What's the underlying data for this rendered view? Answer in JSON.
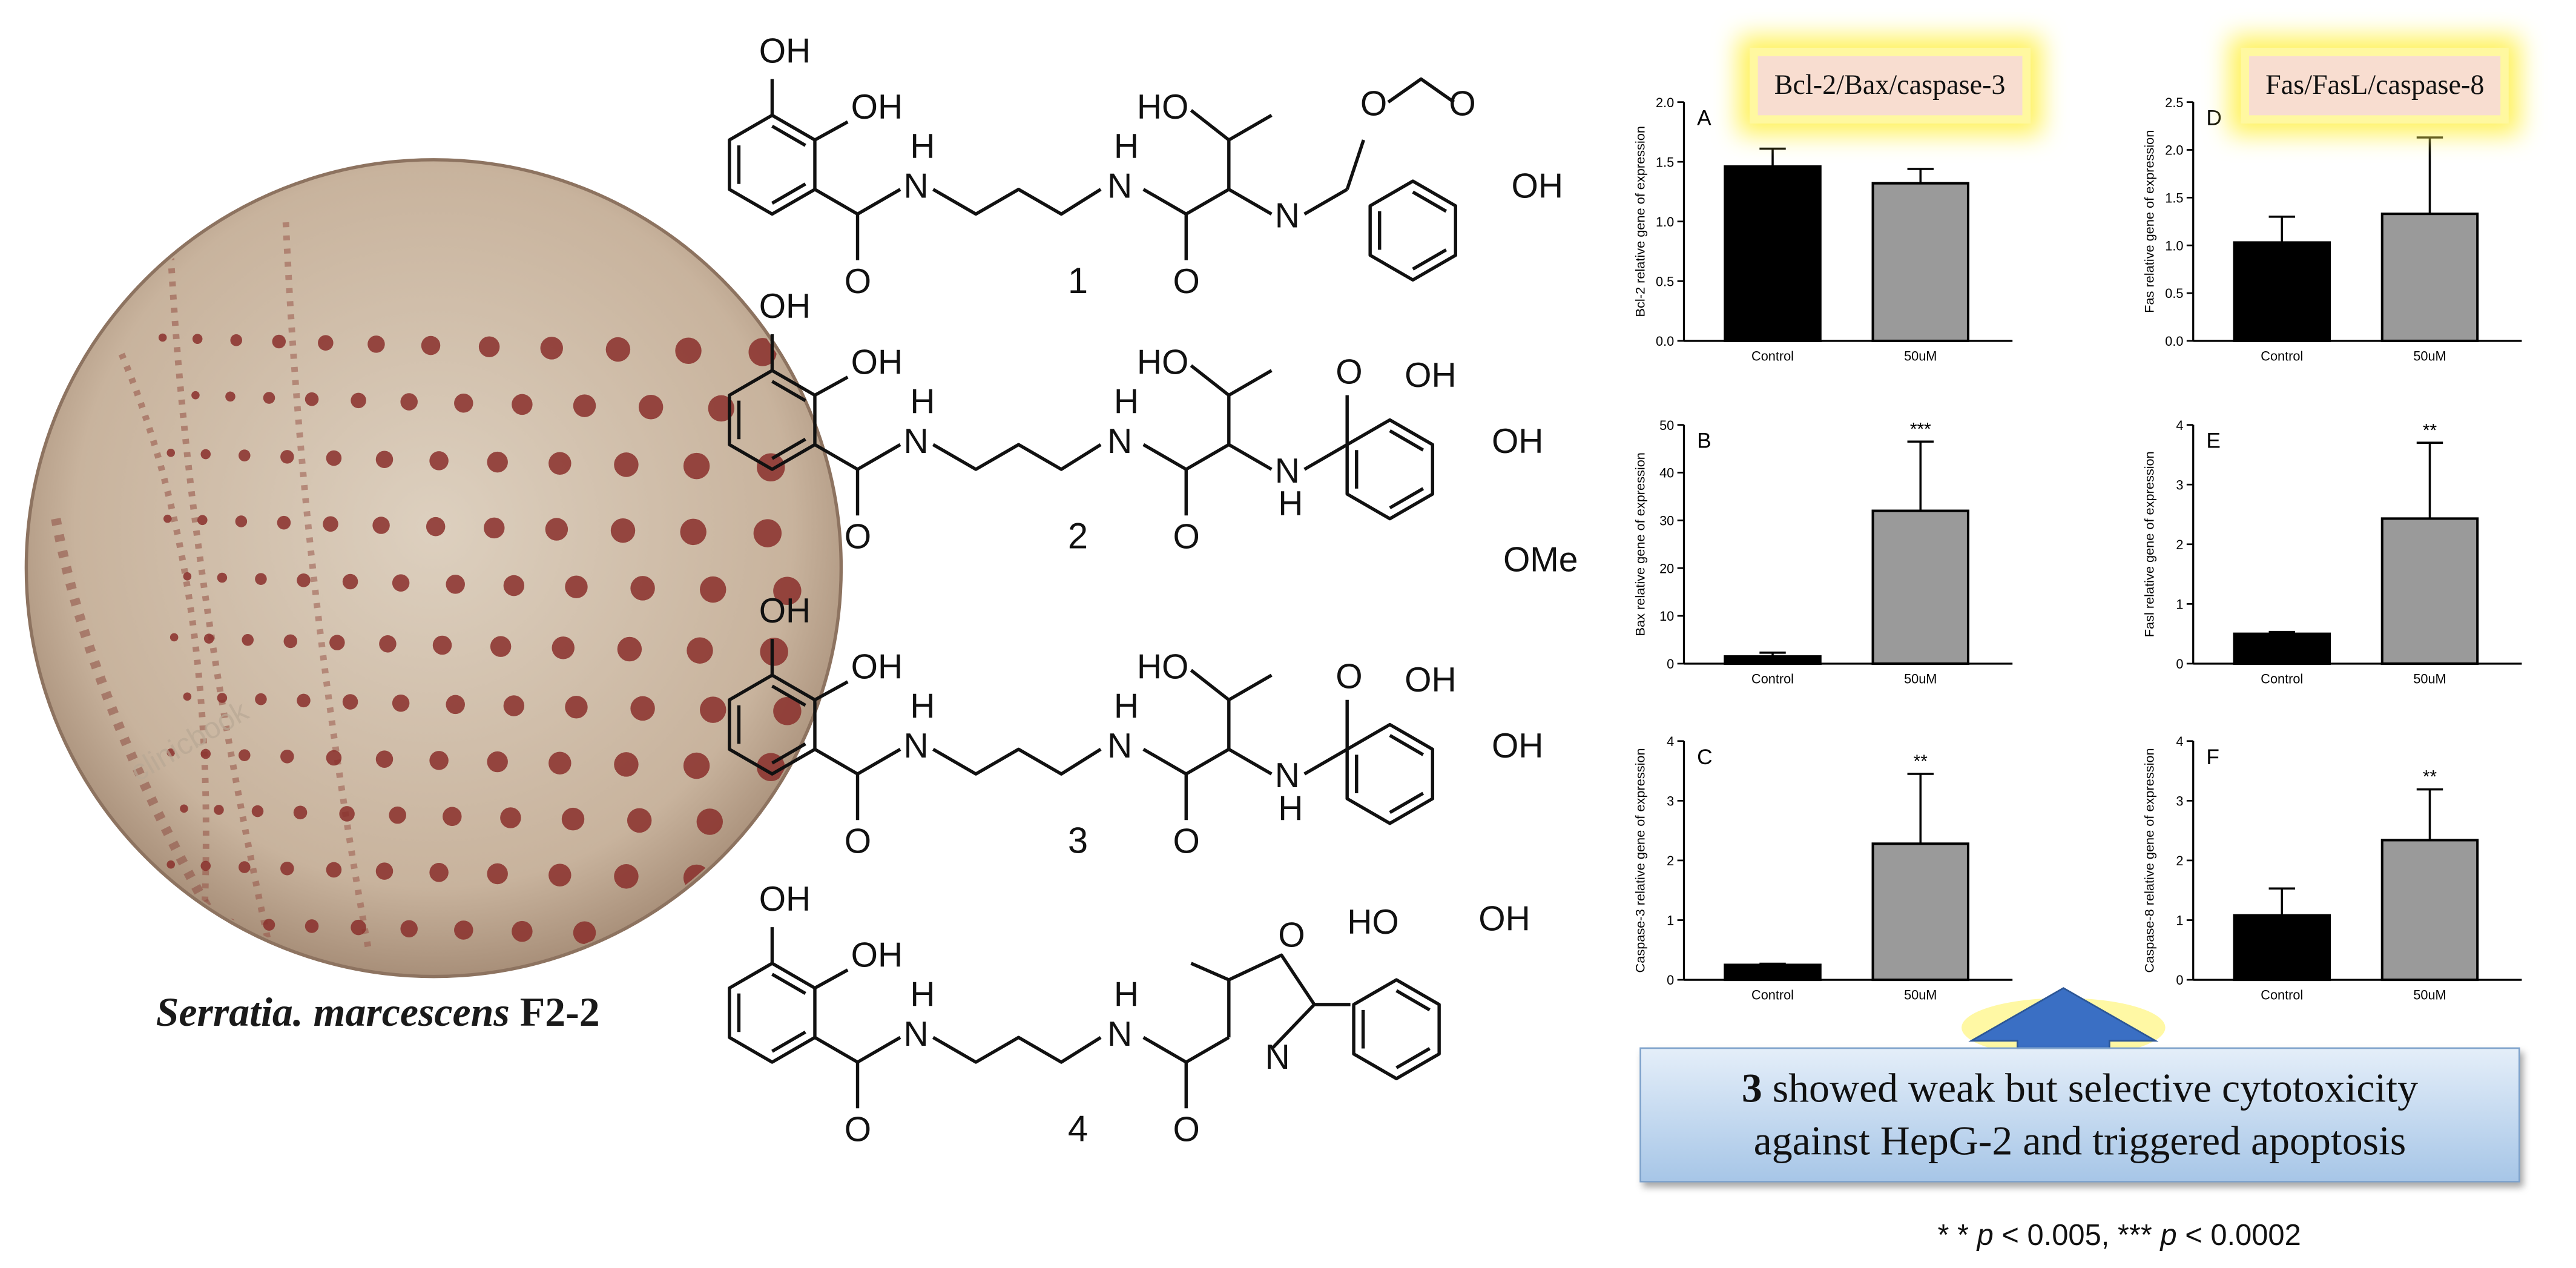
{
  "caption": {
    "genus": "Serratia. marcescens",
    "strain": "F2-2"
  },
  "compound_labels": [
    "1",
    "2",
    "3",
    "4"
  ],
  "chem_labels": {
    "oh": "OH",
    "ho": "HO",
    "h": "H",
    "o": "O",
    "n": "N",
    "ome": "OMe"
  },
  "headers": {
    "left": "Bcl-2/Bax/caspase-3",
    "right": "Fas/FasL/caspase-8"
  },
  "summary": {
    "bold": "3",
    "line1": " showed weak but  selective  cytotoxicity",
    "line2": "against HepG-2 and triggered apoptosis"
  },
  "pvalue": {
    "stars2": "* *",
    "p": "p",
    "rest2": " < 0.005, *** ",
    "rest3": " < 0.0002"
  },
  "colors": {
    "control": "#000000",
    "treated": "#9a9a9a",
    "highlight": "#fff25a",
    "summary_box": "#a7c6e7",
    "arrow": "#3a6fc4"
  },
  "chart_data": [
    {
      "panel": "A",
      "type": "bar",
      "categories": [
        "Control",
        "50uM"
      ],
      "values": [
        1.46,
        1.32
      ],
      "errors": [
        0.15,
        0.12
      ],
      "sig": [
        "",
        ""
      ],
      "ylabel": "Bcl-2 relative gene of expression",
      "ylim": [
        0,
        2.0
      ],
      "yticks": [
        "0.0",
        "0.5",
        "1.0",
        "1.5",
        "2.0"
      ]
    },
    {
      "panel": "B",
      "type": "bar",
      "categories": [
        "Control",
        "50uM"
      ],
      "values": [
        1.5,
        32
      ],
      "errors": [
        0.8,
        14.5
      ],
      "sig": [
        "",
        "***"
      ],
      "ylabel": "Bax relative gene of expression",
      "ylim": [
        0,
        50
      ],
      "yticks": [
        "0",
        "10",
        "20",
        "30",
        "40",
        "50"
      ]
    },
    {
      "panel": "C",
      "type": "bar",
      "categories": [
        "Control",
        "50uM"
      ],
      "values": [
        0.25,
        2.28
      ],
      "errors": [
        0.02,
        1.17
      ],
      "sig": [
        "",
        "**"
      ],
      "ylabel": "Caspase-3 relative gene of expression",
      "ylim": [
        0,
        4
      ],
      "yticks": [
        "0",
        "1",
        "2",
        "3",
        "4"
      ]
    },
    {
      "panel": "D",
      "type": "bar",
      "categories": [
        "Control",
        "50uM"
      ],
      "values": [
        1.03,
        1.33
      ],
      "errors": [
        0.27,
        0.8
      ],
      "sig": [
        "",
        ""
      ],
      "ylabel": "Fas relative gene of expression",
      "ylim": [
        0,
        2.5
      ],
      "yticks": [
        "0.0",
        "0.5",
        "1.0",
        "1.5",
        "2.0",
        "2.5"
      ]
    },
    {
      "panel": "E",
      "type": "bar",
      "categories": [
        "Control",
        "50uM"
      ],
      "values": [
        0.5,
        2.43
      ],
      "errors": [
        0.03,
        1.27
      ],
      "sig": [
        "",
        "**"
      ],
      "ylabel": "Fasl relative gene of expression",
      "ylim": [
        0,
        4
      ],
      "yticks": [
        "0",
        "1",
        "2",
        "3",
        "4"
      ]
    },
    {
      "panel": "F",
      "type": "bar",
      "categories": [
        "Control",
        "50uM"
      ],
      "values": [
        1.08,
        2.34
      ],
      "errors": [
        0.45,
        0.85
      ],
      "sig": [
        "",
        "**"
      ],
      "ylabel": "Caspase-8 relative gene of expression",
      "ylim": [
        0,
        4
      ],
      "yticks": [
        "0",
        "1",
        "2",
        "3",
        "4"
      ]
    }
  ]
}
